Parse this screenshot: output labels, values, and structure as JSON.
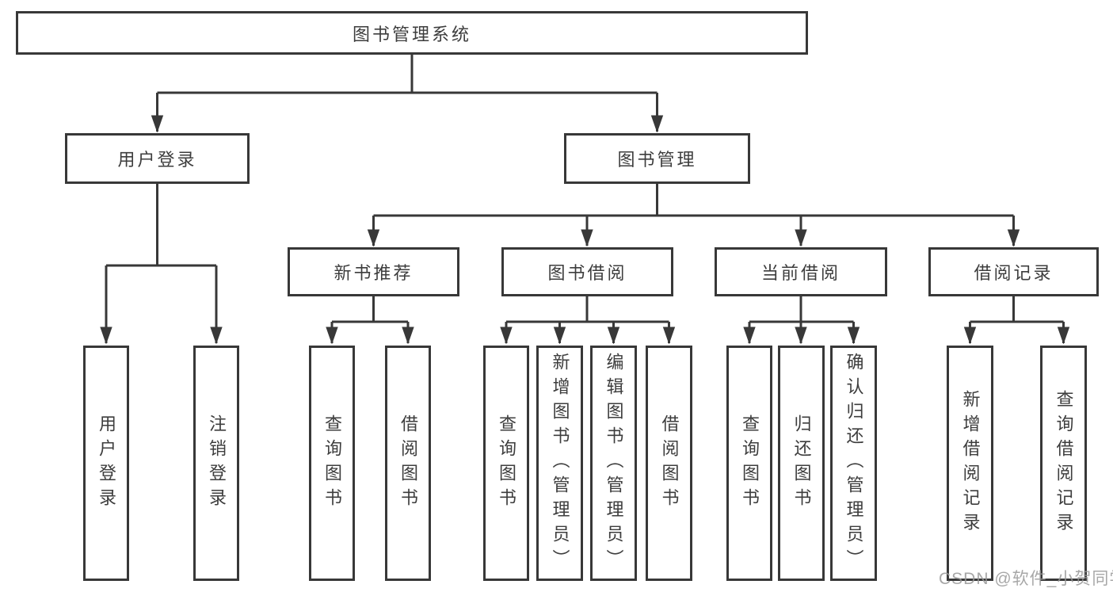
{
  "nodes": {
    "root": "图书管理系统",
    "user_login": "用户登录",
    "book_management": "图书管理",
    "new_book_recommend": "新书推荐",
    "book_borrowing": "图书借阅",
    "current_borrowing": "当前借阅",
    "borrowing_records": "借阅记录",
    "leaf_user_login": "用户登录",
    "leaf_logout": "注销登录",
    "leaf_nbr_query_books": "查询图书",
    "leaf_nbr_borrow_books": "借阅图书",
    "leaf_bb_query_books": "查询图书",
    "leaf_bb_add_books": "新增图书（管理员）",
    "leaf_bb_edit_books": "编辑图书（管理员）",
    "leaf_bb_borrow_books": "借阅图书",
    "leaf_cb_query_books": "查询图书",
    "leaf_cb_return_books": "归还图书",
    "leaf_cb_confirm_return": "确认归还（管理员）",
    "leaf_br_add_record": "新增借阅记录",
    "leaf_br_query_record": "查询借阅记录"
  },
  "watermark": "CSDN @软件_小贺同学",
  "colors": {
    "line": "#383838",
    "box_border": "#383838",
    "text": "#3d3d3d",
    "background": "#ffffff",
    "watermark": "#989898"
  }
}
